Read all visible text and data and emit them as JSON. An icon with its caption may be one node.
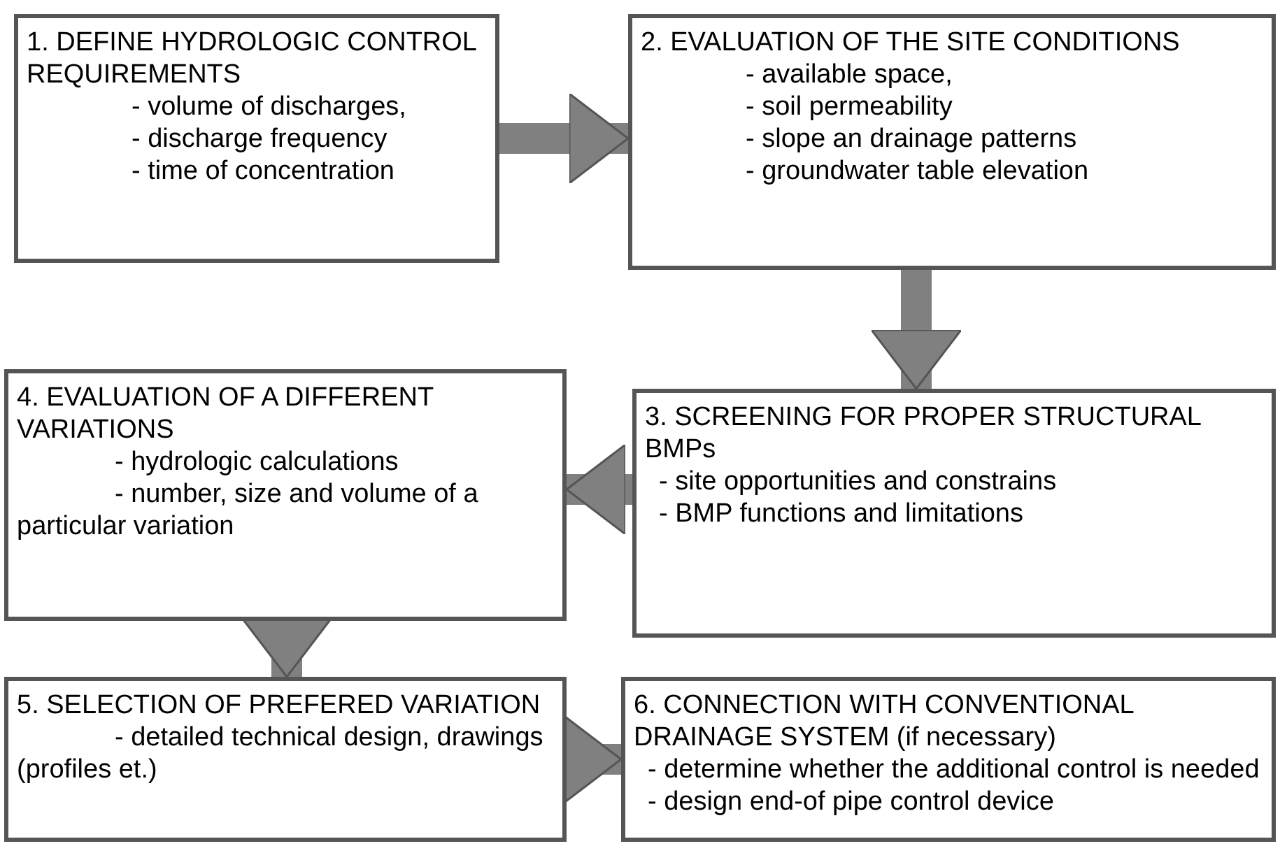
{
  "diagram": {
    "nodes": [
      {
        "text": [
          "1. DEFINE HYDROLOGIC CONTROL REQUIREMENTS",
          "- volume of discharges,",
          "- discharge frequency",
          "- time of concentration"
        ]
      },
      {
        "text": [
          "2. EVALUATION OF THE SITE CONDITIONS",
          "- available space,",
          "- soil permeability",
          "- slope an drainage patterns",
          "- groundwater table elevation"
        ]
      },
      {
        "text": [
          "3. SCREENING FOR PROPER STRUCTURAL BMPs",
          "- site opportunities and constrains",
          "- BMP functions and limitations"
        ]
      },
      {
        "text": [
          "4. EVALUATION OF A DIFFERENT VARIATIONS",
          "- hydrologic calculations",
          "- number, size and volume of a particular variation"
        ]
      },
      {
        "text": [
          "5. SELECTION OF PREFERED VARIATION",
          "- detailed technical design, drawings (profiles et.)"
        ]
      },
      {
        "text": [
          "6. CONNECTION WITH CONVENTIONAL DRAINAGE SYSTEM (if necessary)",
          "- determine whether the additional control is needed",
          "- design end-of pipe control device"
        ]
      }
    ],
    "edges": [
      {
        "from": 0,
        "to": 1,
        "arrow": "to"
      },
      {
        "from": 1,
        "to": 2,
        "arrow": "to"
      },
      {
        "from": 2,
        "to": 3,
        "arrow": "to"
      },
      {
        "from": 3,
        "to": 4,
        "arrow": "to"
      },
      {
        "from": 4,
        "to": 5,
        "arrow": "to"
      }
    ]
  }
}
